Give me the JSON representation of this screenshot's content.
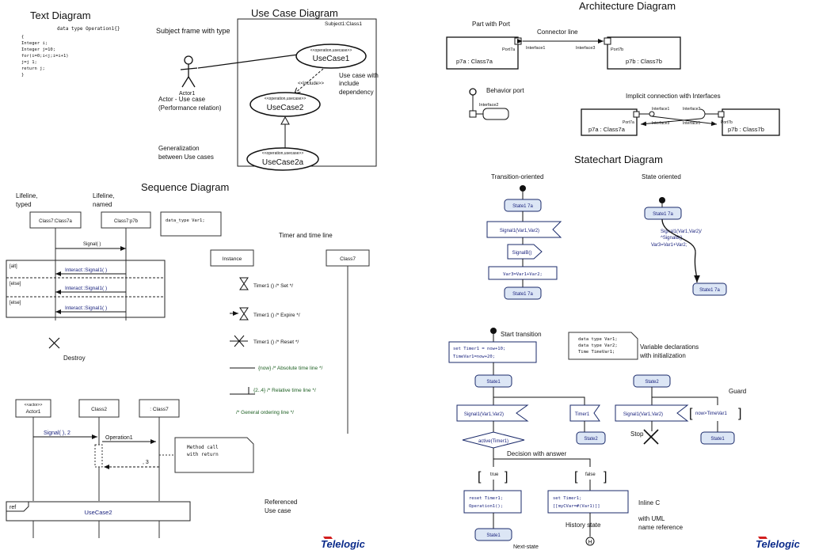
{
  "colors": {
    "state_fill": "#dce6f5",
    "state_stroke": "#1a2a6a",
    "logo_blue": "#0a2a8a",
    "logo_red": "#d21f1f"
  },
  "logo": "Telelogic",
  "text_diagram": {
    "title": "Text Diagram",
    "header": "data type Operation1{}",
    "code": [
      "{",
      "Integer i;",
      "Integer j=10;",
      "for(i=0;i<j;i=i+1)",
      "   j=j 1;",
      "return j;",
      "}"
    ]
  },
  "use_case_diagram": {
    "title": "Use Case Diagram",
    "subject_frame_label": "Subject frame with type",
    "subject_name": "Subject1:Class1",
    "actor_name": "Actor1",
    "actor_note": [
      "Actor - Use case",
      "(Performance relation)"
    ],
    "use_cases": [
      {
        "stereotype": "<<operation,usecase>>",
        "name": "UseCase1"
      },
      {
        "stereotype": "<<operation,usecase>>",
        "name": "UseCase2"
      },
      {
        "stereotype": "<<operation,usecase>>",
        "name": "UseCase2a"
      }
    ],
    "include_label": "<<include>>",
    "include_note": [
      "Use case with",
      "include",
      "dependency"
    ],
    "generalization_note": [
      "Generalization",
      "between Use cases"
    ]
  },
  "sequence_diagram": {
    "title": "Sequence Diagram",
    "lifeline_typed": [
      "Lifeline,",
      "typed"
    ],
    "lifeline_named": [
      "Lifeline,",
      "named"
    ],
    "lifelines_top": [
      "Class7:Class7a",
      "Class7:p7b",
      "data_type Var1;"
    ],
    "signal_top": "Signal( )",
    "alt_labels": [
      "[alt]",
      "[else]",
      "[else]"
    ],
    "interaction_msgs": [
      "Interact::Signal1( )",
      "Interact::Signal1( )",
      "Interact::Signal1( )"
    ],
    "destroy": "Destroy",
    "timer_title": "Timer and time line",
    "timer_lifelines": [
      "Instance",
      "Class7"
    ],
    "timer_items": [
      "Timer1 () /* Set */",
      "Timer1 () /* Expire */",
      "Timer1 () /* Reset */"
    ],
    "absolute_time": "{now} /* Absolute time line */",
    "relative_time": "{2..4} /* Relative time line */",
    "general_ordering": "/* General ordering line */",
    "bottom_lifelines": [
      "<<actor>>",
      "Actor1",
      "Class2",
      ": Class7"
    ],
    "signal_bottom": "Signal( ), 2",
    "operation": "Operation1",
    "return_value": ", 3",
    "note_text": [
      "Method call",
      "with return"
    ],
    "ref_label": "ref",
    "ref_usecase": "UseCase2",
    "referenced_usecase": [
      "Referenced",
      "Use case"
    ]
  },
  "architecture_diagram": {
    "title": "Architecture Diagram",
    "part_with_port": "Part with Port",
    "connector_line": "Connector line",
    "part_a": "p7a : Class7a",
    "part_b": "p7b : Class7b",
    "port_a": "Port7a",
    "port_b": "Port7b",
    "interface1": "Interface1",
    "interface3": "Interface3",
    "behavior_port": "Behavior port",
    "interface2": "Interface2",
    "implicit_connection": "Implicit connection with Interfaces"
  },
  "statechart_diagram": {
    "title": "Statechart Diagram",
    "transition_oriented": "Transition-oriented",
    "state_oriented": "State oriented",
    "state7a": "State1 7a",
    "signal_var": "Signal1(Var1,Var2)",
    "signal_b": "SignalB()",
    "assign": "Var3=Var1+Var2;",
    "state_trans_text": [
      "Signal1(Var1,Var2)/",
      "^SignalB()",
      "Var3=Var1+Var2;"
    ],
    "start_transition": "Start transition",
    "timer_set": [
      "set Timer1 = now+10;",
      "TimeVar1=now+20;"
    ],
    "var_decl_code": [
      "data type Var1;",
      "data type Var2;",
      "Time TimeVar1;"
    ],
    "var_decl_note": [
      "Variable declarations",
      "with initialization"
    ],
    "state1": "State1",
    "state2": "State2",
    "timer1": "Timer1",
    "guard": "Guard",
    "guard_expr": "now>TimeVar1",
    "stop": "Stop",
    "decision": "active(Timer1)",
    "decision_note": "Decision with answer",
    "answer_true": "true",
    "answer_false": "false",
    "reset_code": [
      "reset Timer1;",
      "Operation1();"
    ],
    "set_code": [
      "set Timer1;",
      "[[myCVar=#(Var1)]]"
    ],
    "inline_c": [
      "Inline C",
      "with UML",
      "name reference"
    ],
    "history_state": "History state",
    "next_state": "Next-state"
  }
}
